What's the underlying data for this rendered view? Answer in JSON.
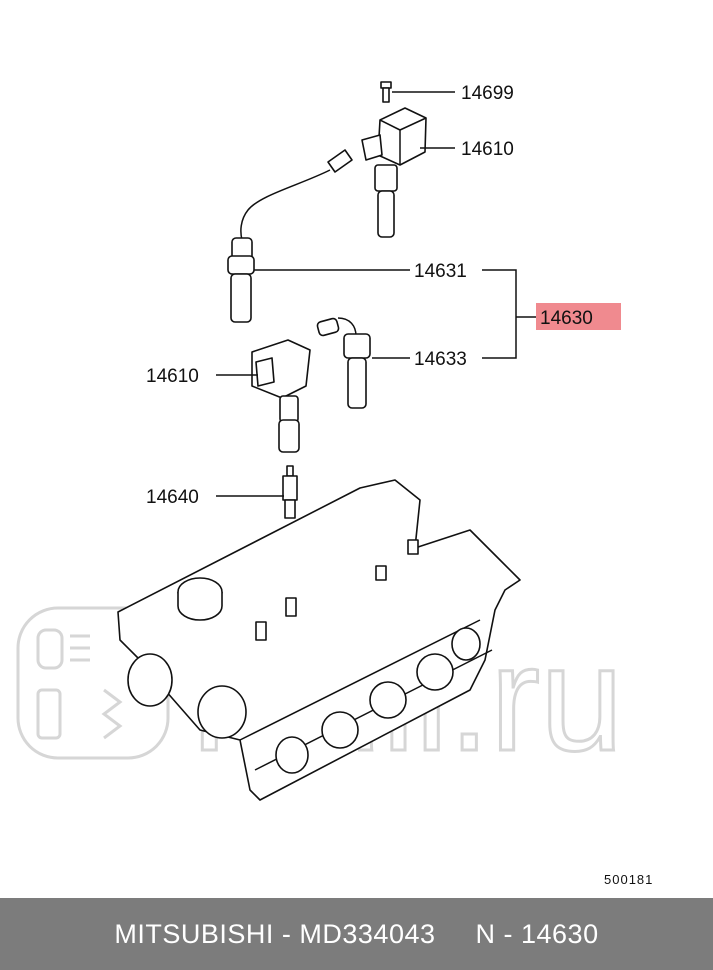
{
  "diagram": {
    "callouts": {
      "bolt": "14699",
      "coil_upper": "14610",
      "cable_long": "14631",
      "cable_set": "14630",
      "cable_short": "14633",
      "coil_lower": "14610",
      "spark_plug": "14640"
    },
    "highlight_color": "#f08a8f",
    "reference_code": "500181",
    "watermark": "Ruli.ru"
  },
  "footer": {
    "text": "MITSUBISHI - MD334043     N - 14630"
  }
}
